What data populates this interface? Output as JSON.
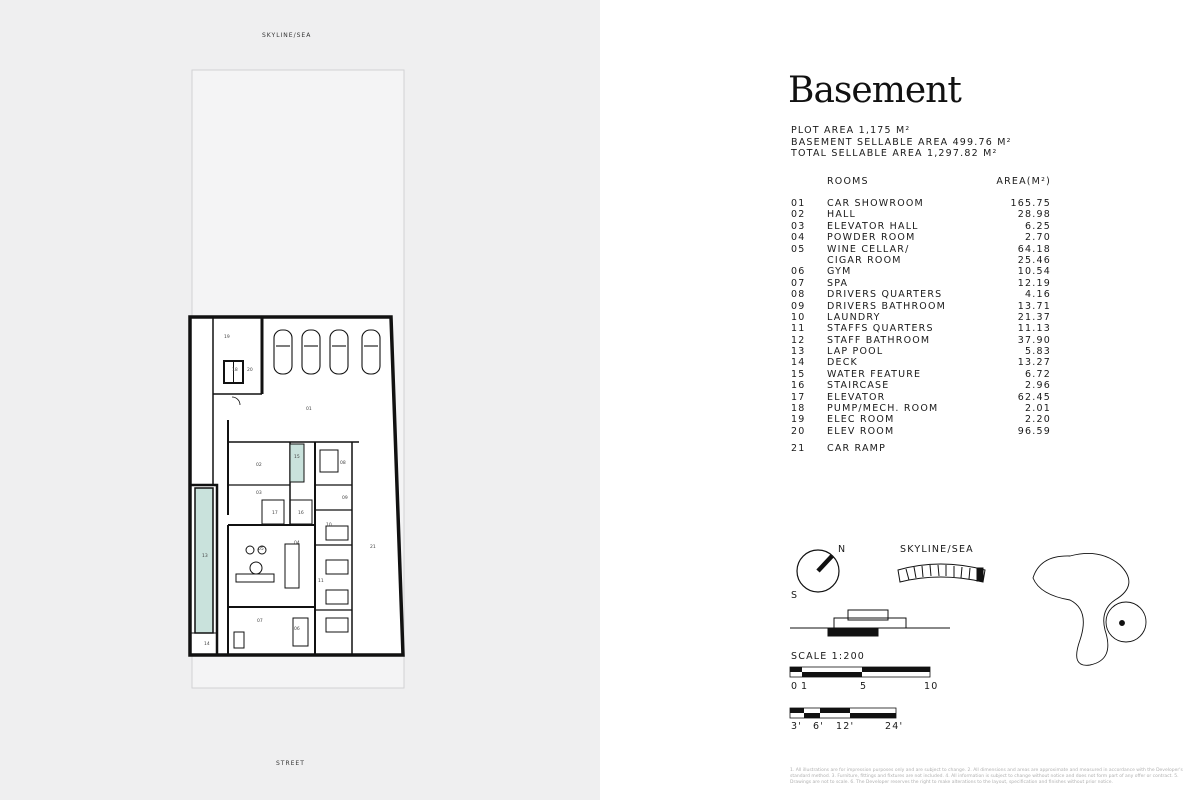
{
  "plan": {
    "top_label": "SKYLINE/SEA",
    "bottom_label": "STREET",
    "room_tags": [
      "01",
      "02",
      "03",
      "04",
      "05",
      "06",
      "07",
      "08",
      "09",
      "10",
      "11",
      "13",
      "14",
      "15",
      "16",
      "17",
      "18",
      "19",
      "20",
      "21"
    ]
  },
  "legend": {
    "title": "Basement",
    "plot_area": "PLOT AREA 1,175 M²",
    "basement_area": "BASEMENT SELLABLE AREA 499.76 M²",
    "total_area": "TOTAL SELLABLE AREA 1,297.82 M²",
    "col_rooms": "ROOMS",
    "col_area": "AREA(M²)",
    "rooms": [
      {
        "num": "01",
        "name": "CAR SHOWROOM",
        "area": "165.75"
      },
      {
        "num": "02",
        "name": "HALL",
        "area": "28.98"
      },
      {
        "num": "03",
        "name": "ELEVATOR HALL",
        "area": "6.25"
      },
      {
        "num": "04",
        "name": "POWDER ROOM",
        "area": "2.70"
      },
      {
        "num": "05",
        "name": "WINE CELLAR/",
        "area": "64.18"
      },
      {
        "num": "",
        "name": "CIGAR ROOM",
        "area": "25.46"
      },
      {
        "num": "06",
        "name": "GYM",
        "area": "10.54"
      },
      {
        "num": "07",
        "name": "SPA",
        "area": "12.19"
      },
      {
        "num": "08",
        "name": "DRIVERS QUARTERS",
        "area": "4.16"
      },
      {
        "num": "09",
        "name": "DRIVERS BATHROOM",
        "area": "13.71"
      },
      {
        "num": "10",
        "name": "LAUNDRY",
        "area": "21.37"
      },
      {
        "num": "11",
        "name": "STAFFS QUARTERS",
        "area": "11.13"
      },
      {
        "num": "12",
        "name": "STAFF BATHROOM",
        "area": "37.90"
      },
      {
        "num": "13",
        "name": "LAP POOL",
        "area": "5.83"
      },
      {
        "num": "14",
        "name": "DECK",
        "area": "13.27"
      },
      {
        "num": "15",
        "name": "WATER FEATURE",
        "area": "6.72"
      },
      {
        "num": "16",
        "name": "STAIRCASE",
        "area": "2.96"
      },
      {
        "num": "17",
        "name": "ELEVATOR",
        "area": "62.45"
      },
      {
        "num": "18",
        "name": "PUMP/MECH. ROOM",
        "area": "2.01"
      },
      {
        "num": "19",
        "name": "ELEC ROOM",
        "area": "2.20"
      },
      {
        "num": "20",
        "name": "ELEV ROOM",
        "area": "96.59"
      },
      {
        "num": "21",
        "name": "CAR RAMP",
        "area": ""
      }
    ],
    "compass_n": "N",
    "compass_s": "S",
    "orientation_label": "SKYLINE/SEA",
    "scale_label": "SCALE 1:200",
    "metric_ticks": [
      "0",
      "1",
      "5",
      "10"
    ],
    "imperial_ticks": [
      "3'",
      "6'",
      "12'",
      "24'"
    ],
    "footnote": "1. All illustrations are for impression purposes only and are subject to change. 2. All dimensions and areas are approximate and measured in accordance with the Developer's standard method. 3. Furniture, fittings and fixtures are not included. 4. All information is subject to change without notice and does not form part of any offer or contract. 5. Drawings are not to scale. 6. The Developer reserves the right to make alterations to the layout, specification and finishes without prior notice."
  }
}
